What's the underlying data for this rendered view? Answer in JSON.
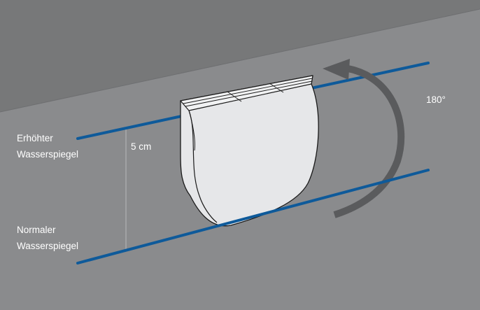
{
  "labels": {
    "raised_water_level": [
      "Erhöhter",
      "Wasserspiegel"
    ],
    "normal_water_level": [
      "Normaler",
      "Wasserspiegel"
    ],
    "distance": "5 cm",
    "rotation": "180°"
  },
  "colors": {
    "background_lower": "#8a8b8d",
    "background_upper": "#777879",
    "water_line": "#0e5a9a",
    "arrow": "#5a5b5d",
    "object_fill": "#e6e7e9",
    "object_outline": "#1a1a1a",
    "text": "#ffffff"
  },
  "icons": {
    "rotation_arrow": "curved-arrow-icon"
  }
}
